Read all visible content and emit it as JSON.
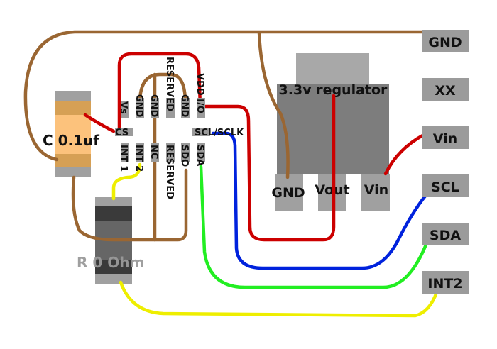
{
  "connectors": [
    "GND",
    "XX",
    "Vin",
    "SCL",
    "SDA",
    "INT2"
  ],
  "regulator": {
    "title": "3.3v regulator",
    "pins": [
      "GND",
      "Vout",
      "Vin"
    ]
  },
  "capacitor": {
    "label": "C 0.1uf"
  },
  "resistor": {
    "label": "R 0 Ohm"
  },
  "sensor": {
    "top_pins": [
      "Vs",
      "GND",
      "GND",
      "RESERVED",
      "GND",
      "VDD I/O"
    ],
    "side_left": "CS",
    "side_right": "SCL/SCLK",
    "bottom_pins": [
      "INT 1",
      "INT 2",
      "NC",
      "RESERVED",
      "SDO",
      "SDA"
    ]
  },
  "colors": {
    "gnd_wire": "#9a6632",
    "power_wire": "#cc0000",
    "scl_wire": "#0022dd",
    "sda_wire": "#22ee22",
    "int_wire": "#eeee00",
    "label_box": "#9b9b9b"
  }
}
